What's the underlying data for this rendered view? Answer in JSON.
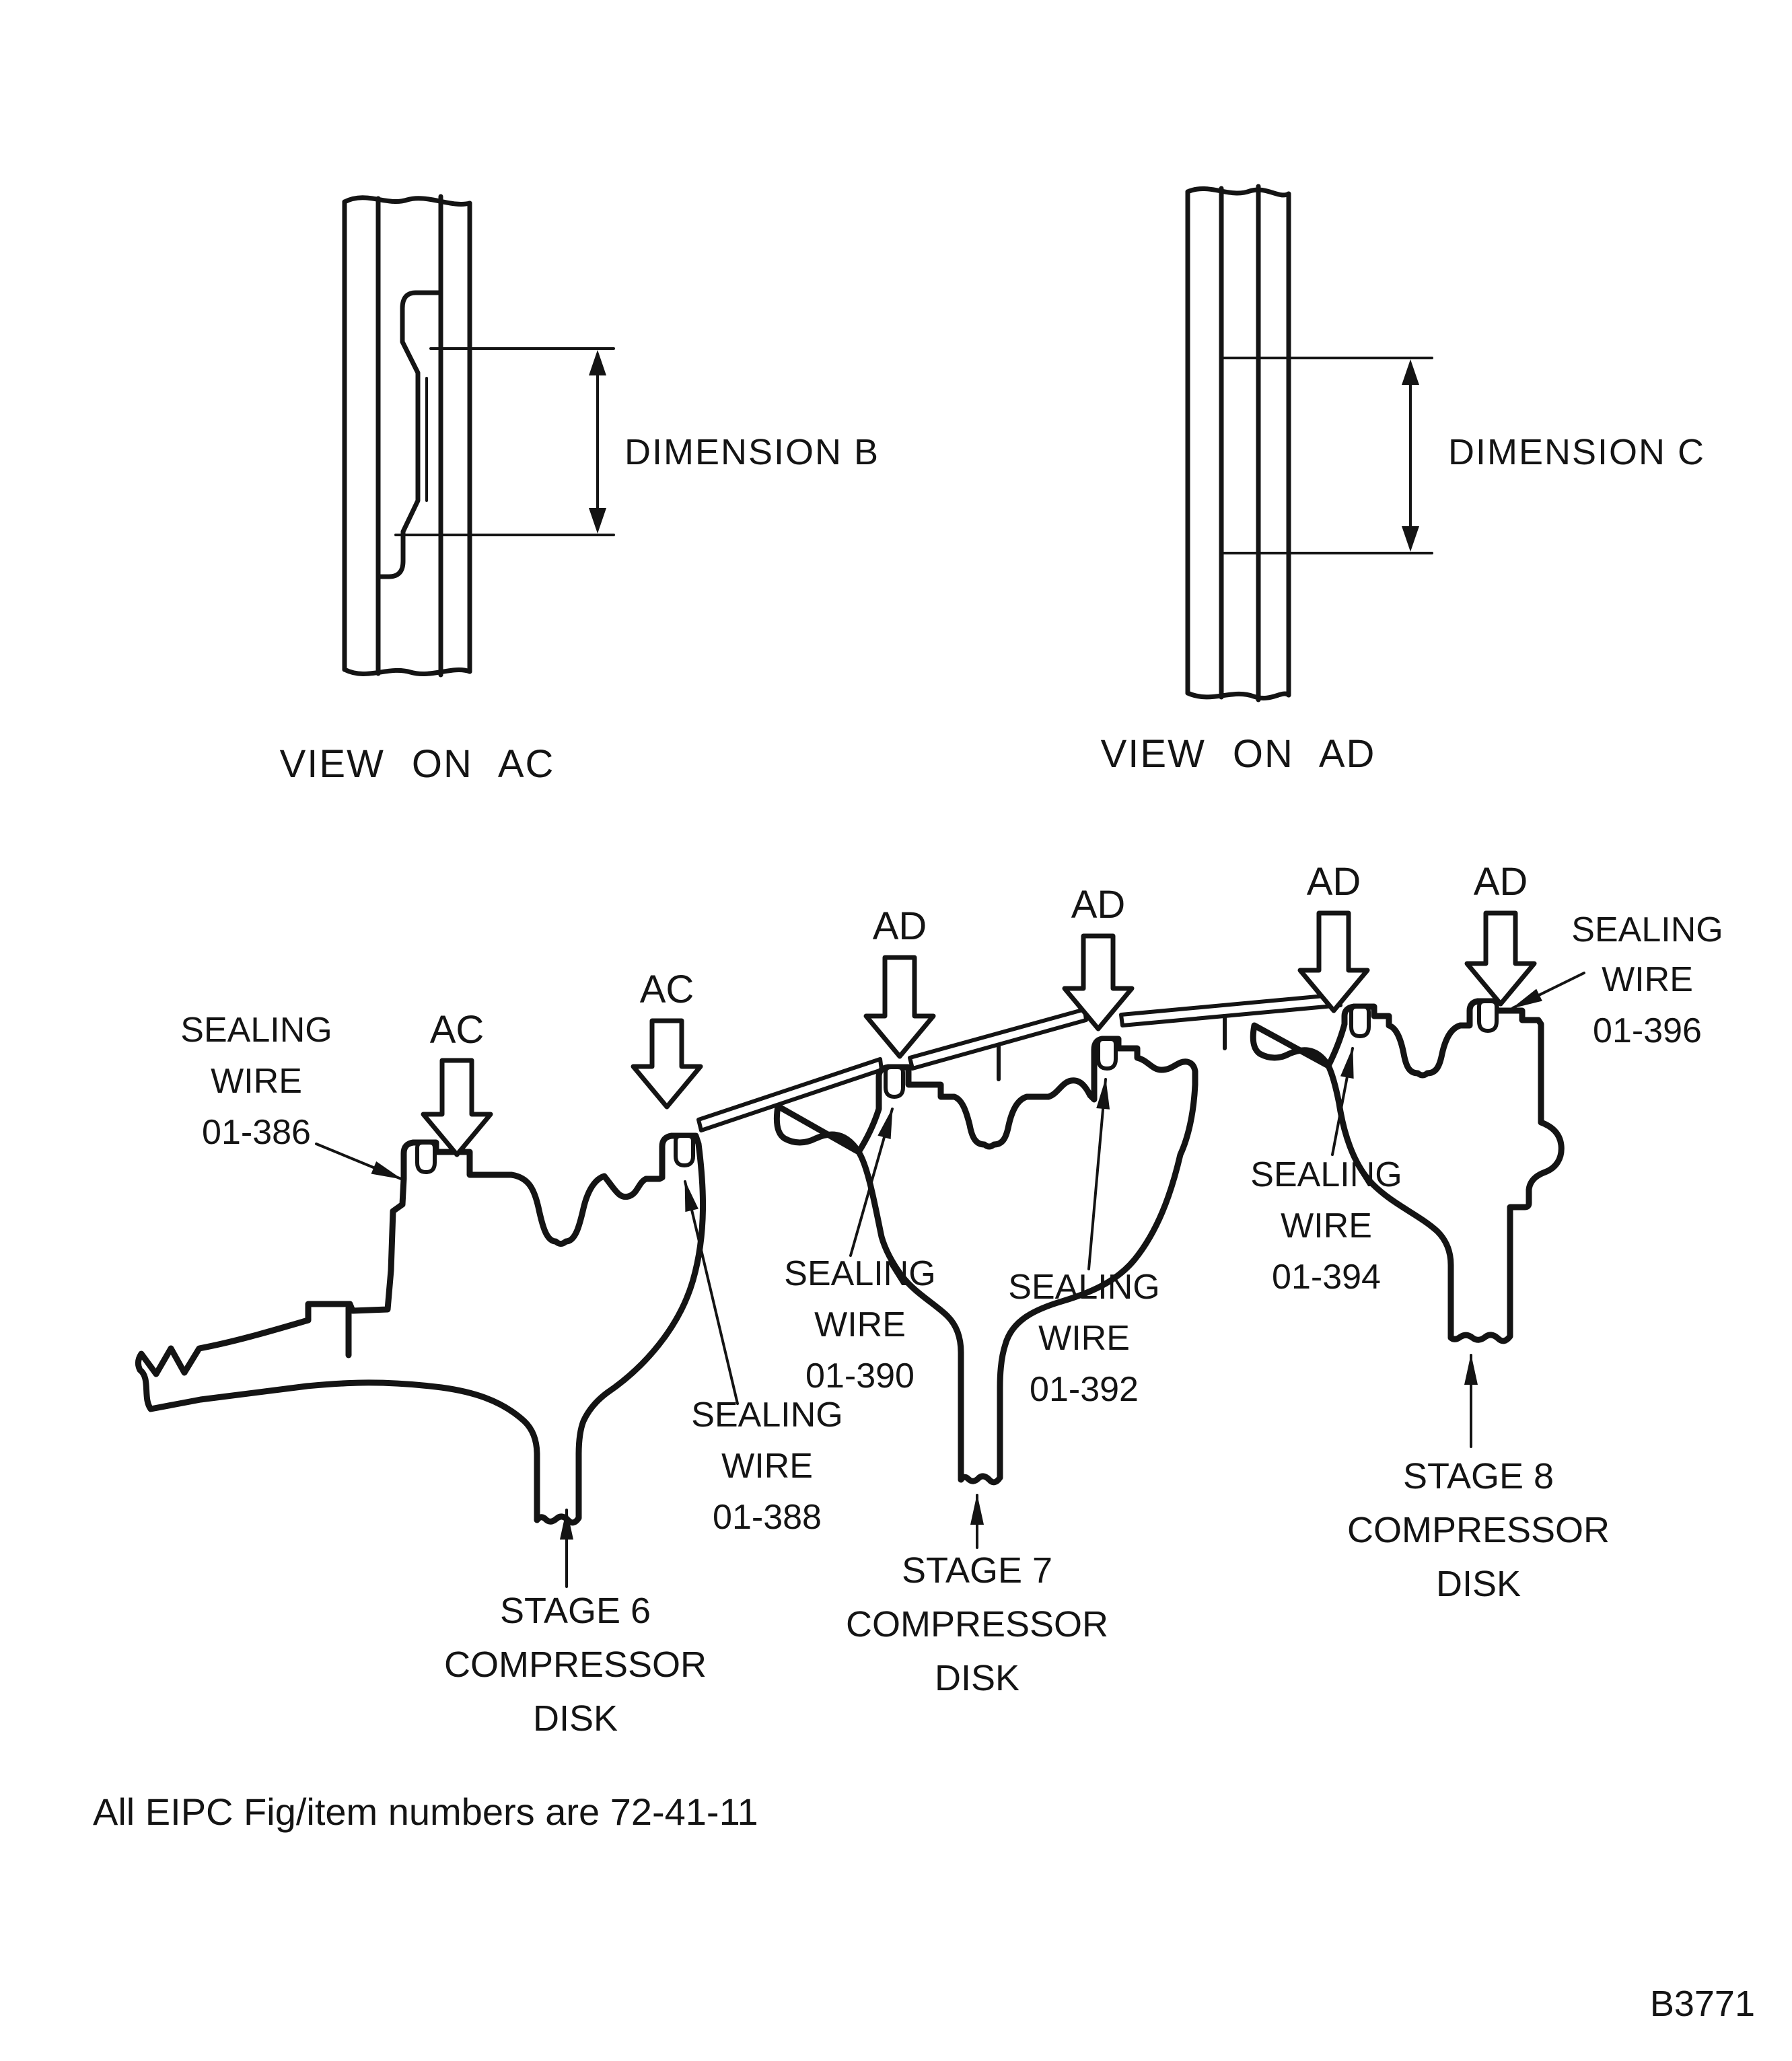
{
  "page": {
    "background": "#ffffff",
    "line_color": "#141414",
    "footer_note": "All EIPC Fig/item numbers are 72-41-11",
    "figure_code": "B3771"
  },
  "detail_views": [
    {
      "title": "VIEW ON AC",
      "dimension_label": "DIMENSION B"
    },
    {
      "title": "VIEW ON AD",
      "dimension_label": "DIMENSION C"
    }
  ],
  "section_arrows": [
    {
      "label": "AC"
    },
    {
      "label": "AC"
    },
    {
      "label": "AD"
    },
    {
      "label": "AD"
    },
    {
      "label": "AD"
    },
    {
      "label": "AD"
    }
  ],
  "sealing_wires": [
    {
      "line1": "SEALING",
      "line2": "WIRE",
      "code": "01-386"
    },
    {
      "line1": "SEALING",
      "line2": "WIRE",
      "code": "01-388"
    },
    {
      "line1": "SEALING",
      "line2": "WIRE",
      "code": "01-390"
    },
    {
      "line1": "SEALING",
      "line2": "WIRE",
      "code": "01-392"
    },
    {
      "line1": "SEALING",
      "line2": "WIRE",
      "code": "01-394"
    },
    {
      "line1": "SEALING",
      "line2": "WIRE",
      "code": "01-396"
    }
  ],
  "compressor_disks": [
    {
      "line1": "STAGE 6",
      "line2": "COMPRESSOR",
      "line3": "DISK"
    },
    {
      "line1": "STAGE 7",
      "line2": "COMPRESSOR",
      "line3": "DISK"
    },
    {
      "line1": "STAGE 8",
      "line2": "COMPRESSOR",
      "line3": "DISK"
    }
  ]
}
